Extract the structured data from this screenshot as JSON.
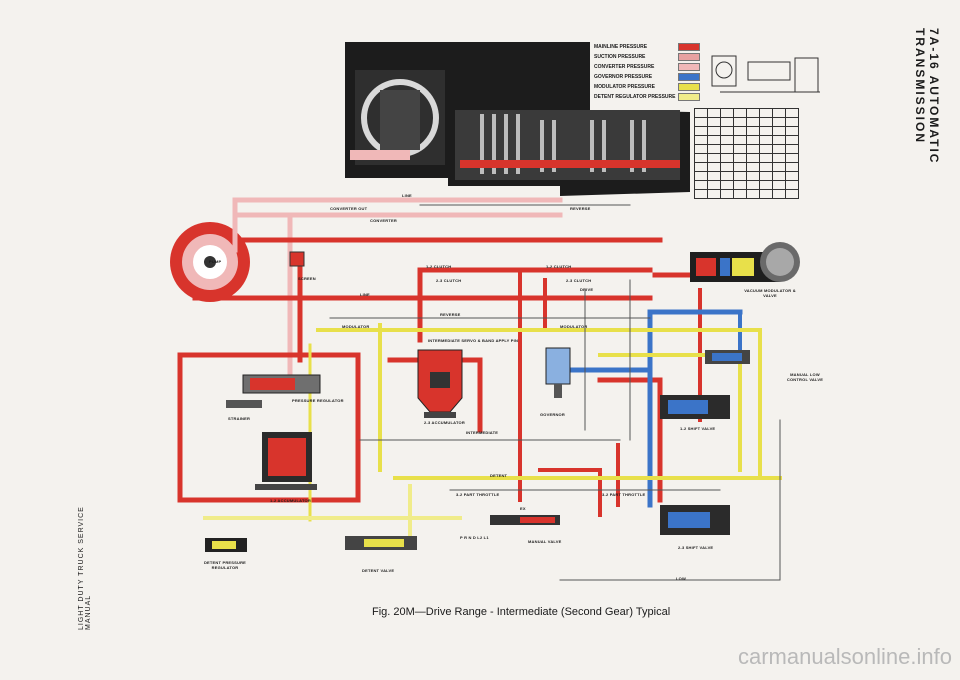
{
  "page": {
    "side_left_text": "LIGHT DUTY TRUCK SERVICE MANUAL",
    "side_right_text": "7A-16  AUTOMATIC TRANSMISSION",
    "caption": "Fig. 20M—Drive Range - Intermediate (Second Gear) Typical",
    "watermark": "carmanualsonline.info"
  },
  "legend": {
    "items": [
      {
        "label": "MAINLINE PRESSURE",
        "color": "#d8342c"
      },
      {
        "label": "SUCTION PRESSURE",
        "color": "#e7a1a1"
      },
      {
        "label": "CONVERTER PRESSURE",
        "color": "#f0b8b8"
      },
      {
        "label": "GOVERNOR PRESSURE",
        "color": "#3b74c8"
      },
      {
        "label": "MODULATOR PRESSURE",
        "color": "#e8e04a"
      },
      {
        "label": "DETENT REGULATOR PRESSURE",
        "color": "#f0ec8a"
      }
    ]
  },
  "labels": {
    "pump": "PUMP",
    "screen": "SCREEN",
    "strainer": "STRAINER",
    "pressure_regulator": "PRESSURE REGULATOR",
    "accumulator_12": "1-2 ACCUMULATOR",
    "detent_pressure_regulator": "DETENT PRESSURE REGULATOR",
    "detent_valve": "DETENT VALVE",
    "manual_valve": "MANUAL VALVE",
    "intermediate_servo": "INTERMEDIATE SERVO & BAND APPLY PIN",
    "accumulator_23": "2-3 ACCUMULATOR",
    "governor": "GOVERNOR",
    "vacuum_modulator": "VACUUM MODULATOR & VALVE",
    "manual_low_control": "MANUAL LOW CONTROL VALVE",
    "shift_12": "1-2 SHIFT VALVE",
    "shift_23": "2-3 SHIFT VALVE",
    "converter_out": "CONVERTER OUT",
    "converter": "CONVERTER",
    "line": "LINE",
    "reverse": "REVERSE",
    "modulator": "MODULATOR",
    "drive": "DRIVE",
    "clutch_12": "1-2 CLUTCH",
    "clutch_23": "2-3 CLUTCH",
    "intermediate": "INTERMEDIATE",
    "detent": "DETENT",
    "part_throttle": "3-2 PART THROTTLE",
    "low": "LOW",
    "exhaust": "EX",
    "manual_positions": "P R N D L2 L1"
  }
}
